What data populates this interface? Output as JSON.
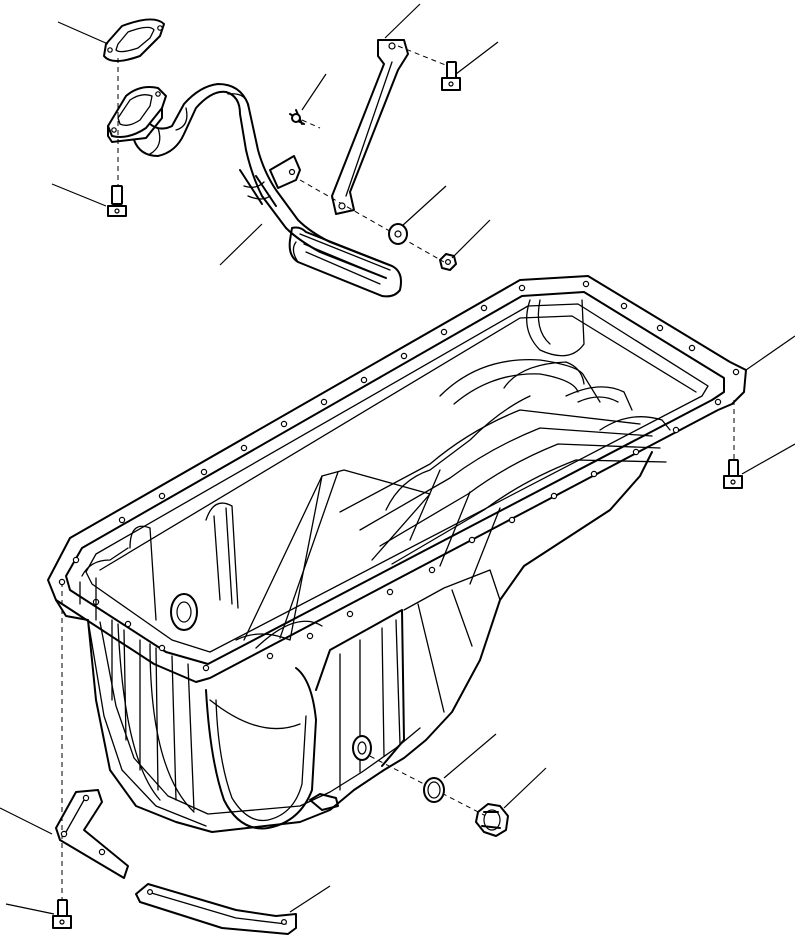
{
  "diagram": {
    "style": "exploded parts illustration",
    "line_color": "#000000",
    "background": "#ffffff",
    "parts": [
      {
        "id": "gasket-top",
        "kind": "gasket"
      },
      {
        "id": "suction-pipe",
        "kind": "pipe"
      },
      {
        "id": "suction-flange",
        "kind": "flange"
      },
      {
        "id": "flange-bolt",
        "kind": "bolt"
      },
      {
        "id": "small-bolt",
        "kind": "bolt"
      },
      {
        "id": "bracket",
        "kind": "bracket"
      },
      {
        "id": "bracket-bolt",
        "kind": "bolt"
      },
      {
        "id": "washer",
        "kind": "washer"
      },
      {
        "id": "nut",
        "kind": "nut"
      },
      {
        "id": "oil-pan",
        "kind": "pan"
      },
      {
        "id": "pan-bolt-right",
        "kind": "bolt"
      },
      {
        "id": "o-ring",
        "kind": "o-ring"
      },
      {
        "id": "drain-plug",
        "kind": "plug"
      },
      {
        "id": "plate-left",
        "kind": "plate"
      },
      {
        "id": "plate-bottom",
        "kind": "plate"
      },
      {
        "id": "pan-bolt-bottom",
        "kind": "bolt"
      }
    ]
  }
}
